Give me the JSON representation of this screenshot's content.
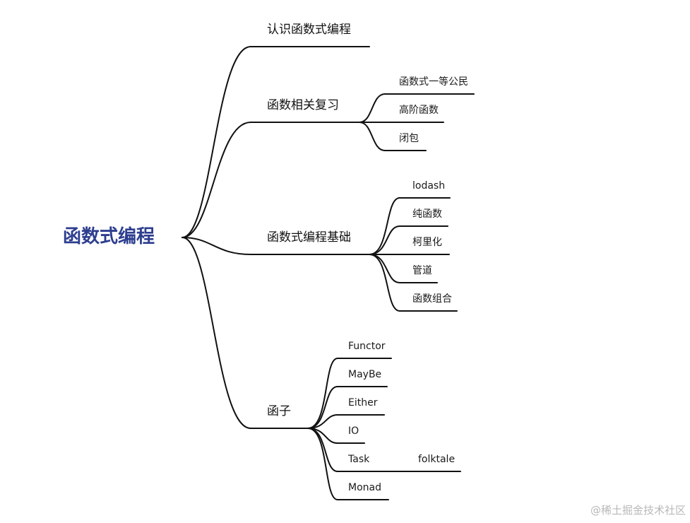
{
  "root": {
    "label": "函数式编程",
    "color": "#2d3e8f"
  },
  "branches": [
    {
      "label": "认识函数式编程",
      "children": []
    },
    {
      "label": "函数相关复习",
      "children": [
        {
          "label": "函数式一等公民"
        },
        {
          "label": "高阶函数"
        },
        {
          "label": "闭包"
        }
      ]
    },
    {
      "label": "函数式编程基础",
      "children": [
        {
          "label": "lodash"
        },
        {
          "label": "纯函数"
        },
        {
          "label": "柯里化"
        },
        {
          "label": "管道"
        },
        {
          "label": "函数组合"
        }
      ]
    },
    {
      "label": "函子",
      "children": [
        {
          "label": "Functor"
        },
        {
          "label": "MayBe"
        },
        {
          "label": "Either"
        },
        {
          "label": "IO"
        },
        {
          "label": "Task",
          "children": [
            {
              "label": "folktale"
            }
          ]
        },
        {
          "label": "Monad"
        }
      ]
    }
  ],
  "watermark": "@稀土掘金技术社区"
}
